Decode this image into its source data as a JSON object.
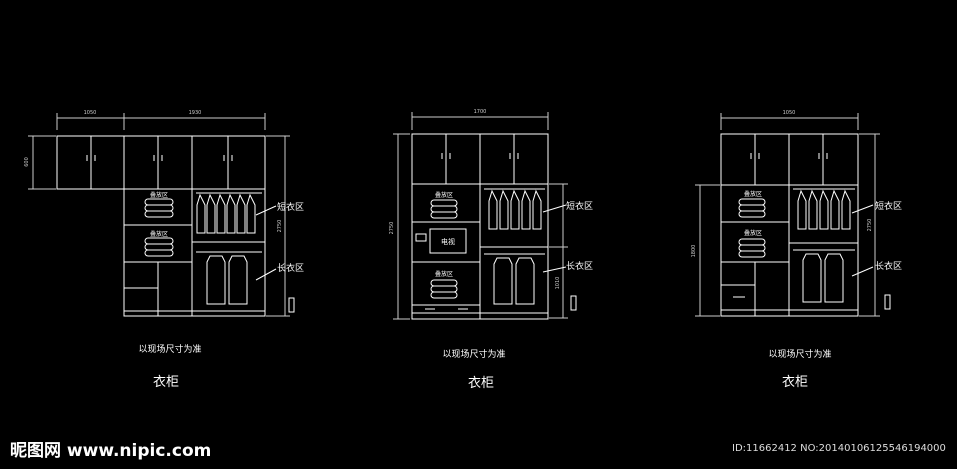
{
  "drawings": [
    {
      "id": "wardrobe-1",
      "dim_top": [
        "1050",
        "1930"
      ],
      "dim_left": "600",
      "dim_right": "2750",
      "zone_labels": [
        "叠放区",
        "叠放区"
      ],
      "short_label": "短衣区",
      "long_label": "长衣区",
      "note": "以现场尺寸为准",
      "title": "衣柜"
    },
    {
      "id": "wardrobe-2",
      "dim_top": [
        "1700"
      ],
      "dim_left": "2750",
      "dim_right": "1010",
      "zone_labels": [
        "叠放区",
        "叠放区"
      ],
      "tv_label": "电视",
      "short_label": "短衣区",
      "long_label": "长衣区",
      "note": "以现场尺寸为准",
      "title": "衣柜"
    },
    {
      "id": "wardrobe-3",
      "dim_top": [
        "1050"
      ],
      "dim_left": "1800",
      "dim_right": "2750",
      "zone_labels": [
        "叠放区",
        "叠放区"
      ],
      "short_label": "短衣区",
      "long_label": "长衣区",
      "note": "以现场尺寸为准",
      "title": "衣柜"
    }
  ],
  "watermark": {
    "logo": "昵图网 www.nipic.com",
    "id_text": "ID:11662412 NO:20140106125546194000"
  },
  "colors": {
    "background": "#000000",
    "line": "#ffffff",
    "dim_line": "#cccccc"
  }
}
